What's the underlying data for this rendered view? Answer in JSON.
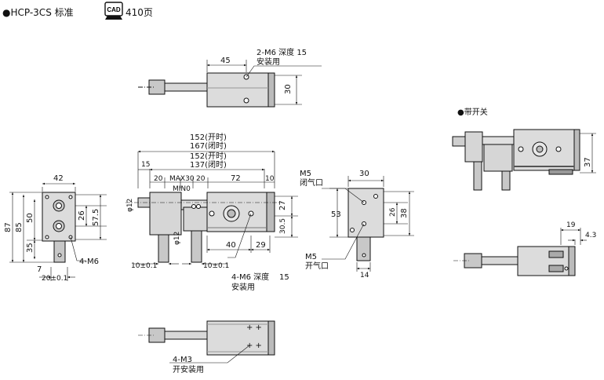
{
  "header": {
    "title": "●HCP-3CS 标准",
    "cad_label": "CAD",
    "page_ref": "410页"
  },
  "top_view": {
    "dim_45": "45",
    "dim_30": "30",
    "callout_line1": "2-M6 深度 15",
    "callout_line2": "安装用"
  },
  "front_view": {
    "len1": "152(开时)",
    "len2": "167(闭时)",
    "len3": "152(开时)",
    "len4": "137(闭时)",
    "dim_15": "15",
    "dim_20a": "20",
    "dim_max30": "MAX30",
    "dim_min0": "MIN0",
    "dim_20b": "20",
    "dim_72": "72",
    "dim_10": "10",
    "dim_phi12a": "φ12",
    "dim_phi12b": "φ12",
    "dim_27": "27",
    "dim_30_5": "30.5",
    "dim_40": "40",
    "dim_29": "29",
    "tol_left": "10±0.1",
    "tol_right": "10±0.1",
    "callout_line1": "4-M6 深度",
    "callout_depth": "15",
    "callout_line2": "安装用"
  },
  "left_view": {
    "dim_42": "42",
    "dim_87": "87",
    "dim_85": "85",
    "dim_50": "50",
    "dim_35": "35",
    "dim_26": "26",
    "dim_57_5": "57.5",
    "dim_7": "7",
    "tol": "20±0.1",
    "callout": "4-M6"
  },
  "right_view": {
    "dim_30": "30",
    "dim_53": "53",
    "dim_26": "26",
    "dim_38": "38",
    "dim_14": "14",
    "m5_top": "M5",
    "m5_top_label": "闭气口",
    "m5_bottom": "M5",
    "m5_bottom_label": "开气口"
  },
  "bottom_view": {
    "callout_line1": "4-M3",
    "callout_line2": "开安装用"
  },
  "switch_section": {
    "title": "●带开关",
    "dim_37": "37",
    "dim_19": "19",
    "dim_4_3": "4.3"
  }
}
